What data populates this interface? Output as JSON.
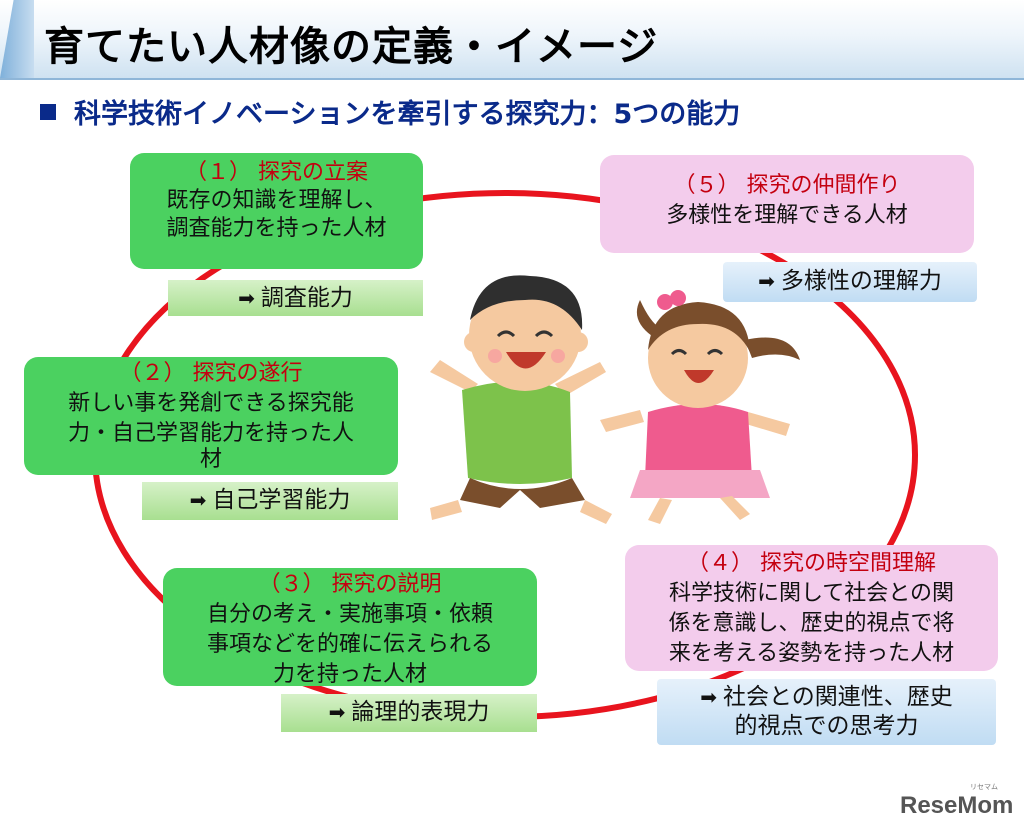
{
  "title": "育てたい人材像の定義・イメージ",
  "subtitle": "科学技術イノベーションを牽引する探究力：5つの能力",
  "nodes": [
    {
      "heading": "（１） 探究の立案",
      "lines": [
        "既存の知識を理解し、",
        "調査能力を持った人材"
      ],
      "tag": "調査能力"
    },
    {
      "heading": "（２） 探究の遂行",
      "lines": [
        "新しい事を発創できる探究能",
        "力・自己学習能力を持った人",
        "材"
      ],
      "tag": "自己学習能力"
    },
    {
      "heading": "（３） 探究の説明",
      "lines": [
        "自分の考え・実施事項・依頼",
        "事項などを的確に伝えられる",
        "力を持った人材"
      ],
      "tag": "論理的表現力"
    },
    {
      "heading": "（４） 探究の時空間理解",
      "lines": [
        "科学技術に関して社会との関",
        "係を意識し、歴史的視点で将",
        "来を考える姿勢を持った人材"
      ],
      "tag_lines": [
        "社会との関連性、歴史",
        "的視点での思考力"
      ]
    },
    {
      "heading": "（５） 探究の仲間作り",
      "lines": [
        "多様性を理解できる人材"
      ],
      "tag": "多様性の理解力"
    }
  ],
  "arrow_icon": "right-arrow-icon",
  "logo": {
    "main": "ReseMom",
    "small": "リセマム"
  },
  "colors": {
    "ring": "#e8141e",
    "green_box": "#4bd160",
    "pink_box": "#f3ccec",
    "heading_red": "#c40010",
    "subtitle_blue": "#0a2a8a"
  }
}
